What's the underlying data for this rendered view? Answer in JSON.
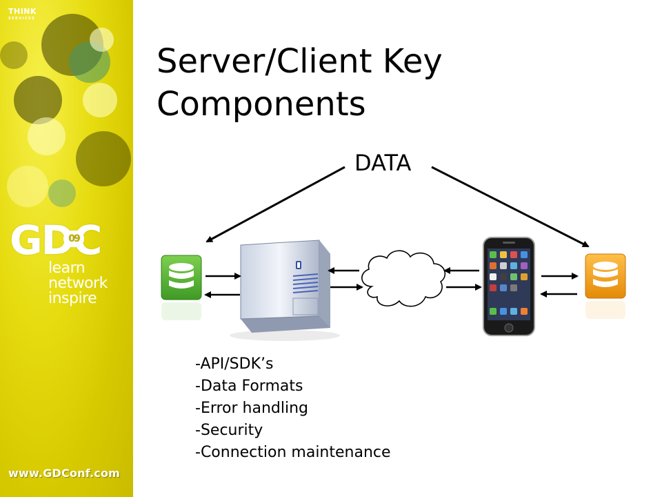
{
  "sidebar": {
    "think_logo_line1": "THINK",
    "think_logo_line2": "SERVICES",
    "gdc_letters": "GDC",
    "gdc_year": "09",
    "tagline": [
      "learn",
      "network",
      "inspire"
    ],
    "url": "www.GDConf.com"
  },
  "slide": {
    "title_line1": "Server/Client Key",
    "title_line2": "Components",
    "data_label": "DATA",
    "bullets": [
      "-API/SDK’s",
      "-Data Formats",
      "-Error handling",
      "-Security",
      "-Connection maintenance"
    ]
  },
  "colors": {
    "sidebar_yellow": "#e6dc10",
    "db_green": "#5cb336",
    "db_orange": "#f5a31a",
    "text": "#000000"
  },
  "icons": [
    "database-icon",
    "server-tower-icon",
    "cloud-icon",
    "smartphone-icon"
  ]
}
